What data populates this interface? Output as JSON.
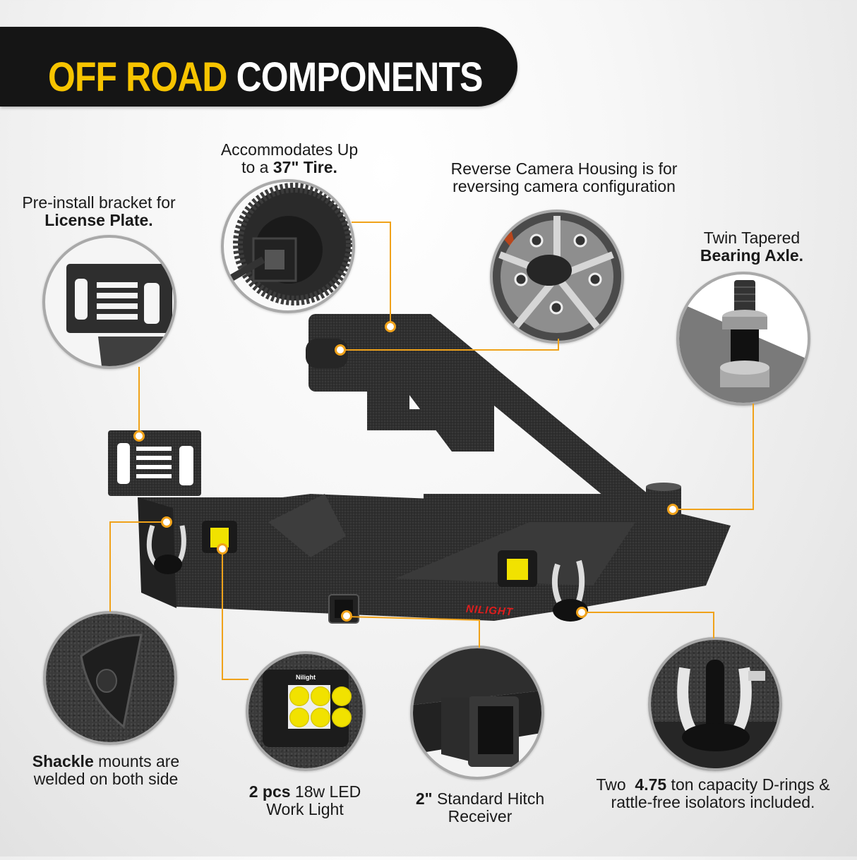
{
  "header": {
    "title_highlight": "OFF ROAD",
    "title_rest": "COMPONENTS",
    "highlight_color": "#f7c400",
    "bar_color": "#151515"
  },
  "accent_color": "#f0a21a",
  "features": [
    {
      "id": "license-plate",
      "line1": "Pre-install bracket for",
      "line2_bold": "License Plate.",
      "icon": "license-plate-bracket-icon"
    },
    {
      "id": "tire",
      "line1": "Accommodates Up",
      "line2_prefix": "to a ",
      "line2_bold": "37\" Tire.",
      "icon": "spare-tire-icon"
    },
    {
      "id": "camera-housing",
      "line1": "Reverse Camera Housing is for",
      "line2": "reversing camera configuration",
      "icon": "wheel-hub-camera-icon"
    },
    {
      "id": "bearing-axle",
      "line1": "Twin Tapered",
      "line2_bold": "Bearing Axle.",
      "icon": "bearing-axle-icon"
    },
    {
      "id": "shackle-mounts",
      "line1_bold": "Shackle",
      "line1_rest": " mounts are",
      "line2": "welded on both side",
      "icon": "shackle-mount-icon"
    },
    {
      "id": "led-light",
      "line1_bold": "2 pcs",
      "line1_rest": " 18w LED",
      "line2": "Work Light",
      "icon": "led-work-light-icon",
      "brand": "Nilight"
    },
    {
      "id": "hitch",
      "line1_bold": "2\"",
      "line1_rest": " Standard Hitch",
      "line2": "Receiver",
      "icon": "hitch-receiver-icon"
    },
    {
      "id": "d-rings",
      "line1_prefix": "Two  ",
      "line1_bold": "4.75",
      "line1_rest": " ton capacity D-rings &",
      "line2": "rattle-free isolators included.",
      "icon": "d-ring-shackle-icon"
    }
  ],
  "product": {
    "brand_logo": "NILIGHT",
    "led_brand": "Nilight"
  }
}
